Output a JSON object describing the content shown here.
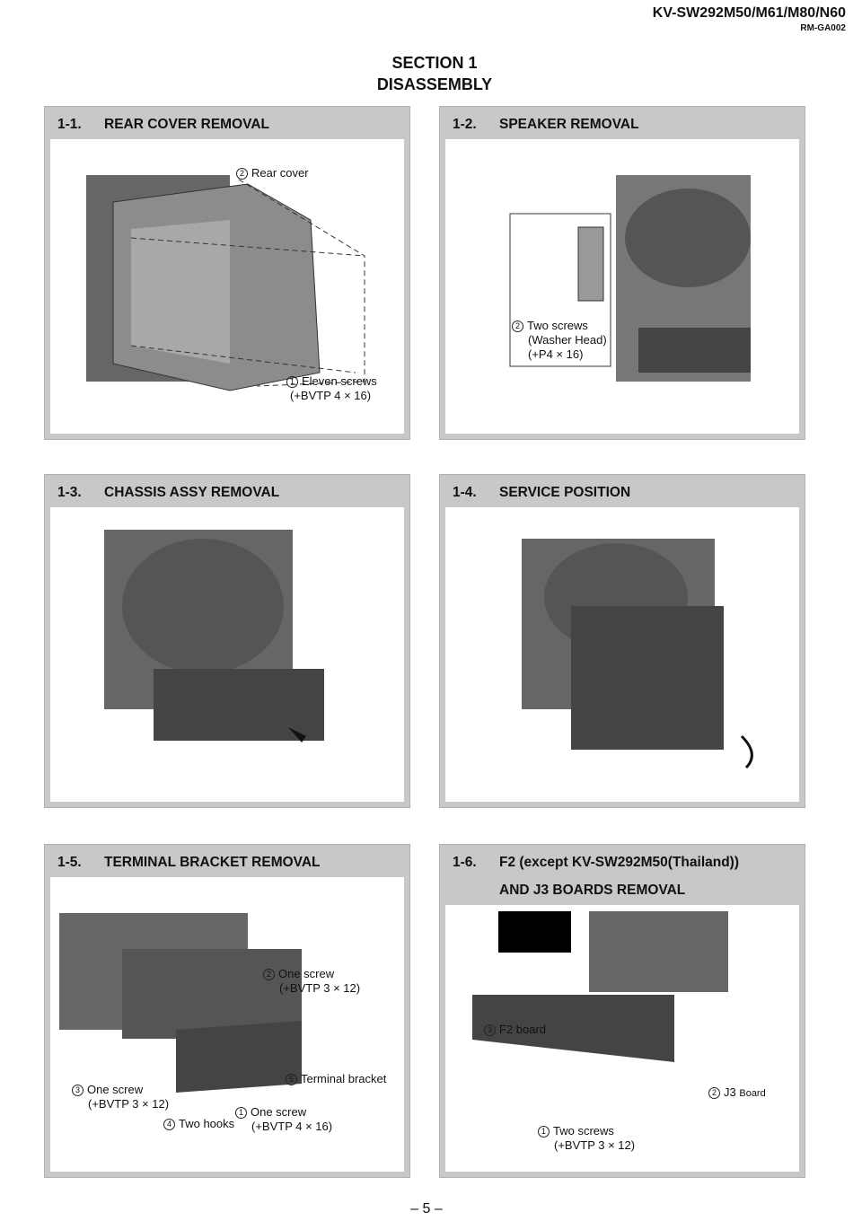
{
  "header": {
    "model": "KV-SW292M50/M61/M80/N60",
    "code": "RM-GA002"
  },
  "section": {
    "title": "SECTION 1",
    "subtitle": "DISASSEMBLY"
  },
  "panels": [
    {
      "num": "1-1.",
      "title": "REAR COVER REMOVAL",
      "labels": [
        {
          "n": "2",
          "lines": [
            "Rear cover"
          ]
        },
        {
          "n": "1",
          "lines": [
            "Eleven screws",
            "(+BVTP 4 × 16)"
          ]
        }
      ]
    },
    {
      "num": "1-2.",
      "title": "SPEAKER REMOVAL",
      "labels": [
        {
          "n": "2",
          "lines": [
            "Two screws",
            "(Washer Head)",
            "(+P4 × 16)"
          ]
        }
      ]
    },
    {
      "num": "1-3.",
      "title": "CHASSIS ASSY REMOVAL",
      "labels": []
    },
    {
      "num": "1-4.",
      "title": "SERVICE POSITION",
      "labels": []
    },
    {
      "num": "1-5.",
      "title": "TERMINAL BRACKET REMOVAL",
      "labels": [
        {
          "n": "2",
          "lines": [
            "One screw",
            "(+BVTP 3 × 12)"
          ]
        },
        {
          "n": "5",
          "lines": [
            "Terminal bracket"
          ]
        },
        {
          "n": "3",
          "lines": [
            "One screw",
            "(+BVTP 3 × 12)"
          ]
        },
        {
          "n": "1",
          "lines": [
            "One screw",
            "(+BVTP 4 × 16)"
          ]
        },
        {
          "n": "4",
          "lines": [
            "Two hooks"
          ]
        }
      ]
    },
    {
      "num": "1-6.",
      "title": "F2 (except KV-SW292M50(Thailand))",
      "title2": "AND J3 BOARDS REMOVAL",
      "labels": [
        {
          "n": "3",
          "lines": [
            "F2 board"
          ]
        },
        {
          "n": "2",
          "lines": [
            "J3",
            "Board"
          ]
        },
        {
          "n": "1",
          "lines": [
            "Two screws",
            "(+BVTP 3 × 12)"
          ]
        }
      ]
    }
  ],
  "footer": {
    "page": "– 5 –"
  }
}
